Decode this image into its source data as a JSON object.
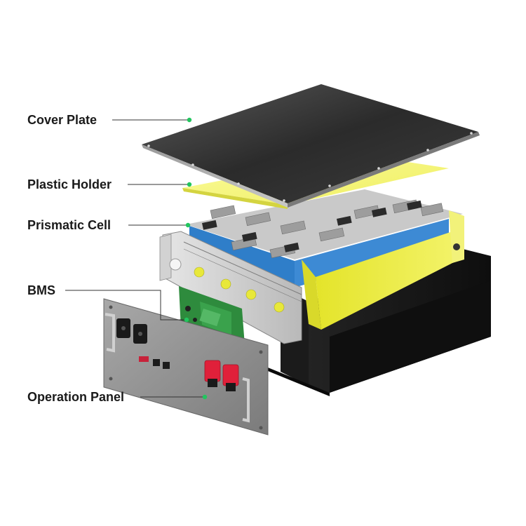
{
  "callouts": [
    {
      "id": "cover-plate",
      "label": "Cover Plate"
    },
    {
      "id": "plastic-holder",
      "label": "Plastic Holder"
    },
    {
      "id": "prismatic-cell",
      "label": "Prismatic Cell"
    },
    {
      "id": "bms",
      "label": "BMS"
    },
    {
      "id": "operation-panel",
      "label": "Operation Panel"
    }
  ],
  "colors": {
    "accent_dot": "#22c55e",
    "label_text": "#1a1a1a",
    "cover_plate": "#3a3a3a",
    "plastic_holder": "#f2f06a",
    "cell_blue": "#2f7ec9",
    "cell_yellow": "#e8e83a",
    "case_black": "#141414",
    "bms_green": "#2e8b3d",
    "panel_gray": "#8d8d8d",
    "terminal_red": "#e0203a"
  }
}
